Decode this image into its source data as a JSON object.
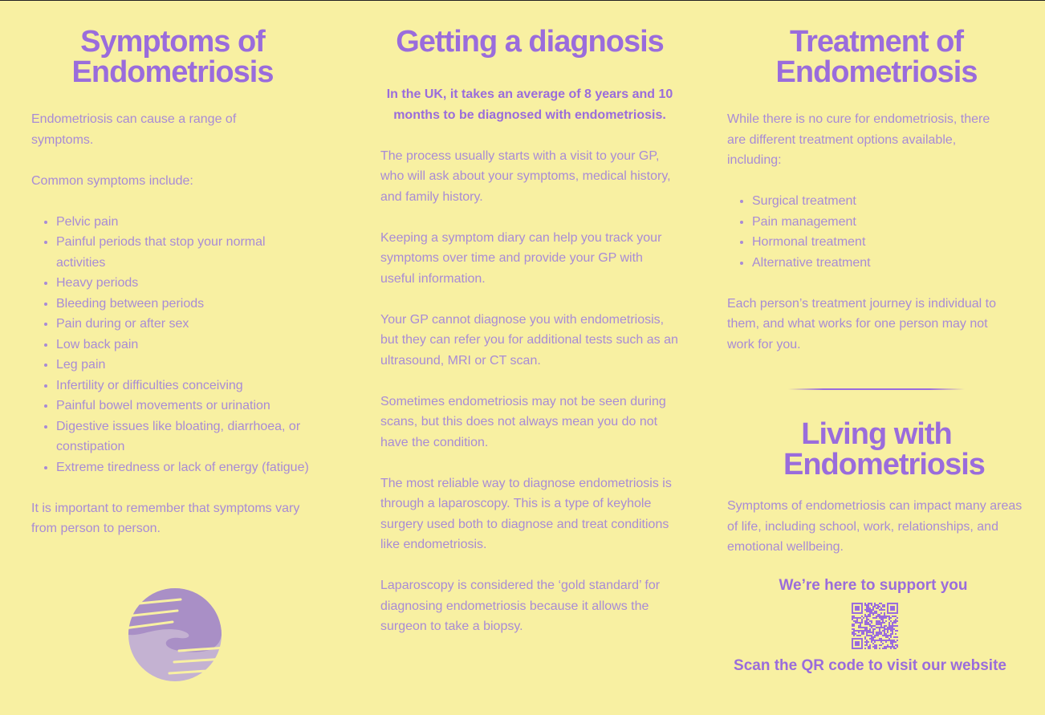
{
  "symptoms": {
    "title": "Symptoms of Endometriosis",
    "intro": "Endometriosis can cause a range of symptoms.",
    "list_lead": "Common symptoms include:",
    "items": [
      "Pelvic pain",
      "Painful periods that stop your normal activities",
      "Heavy periods",
      "Bleeding between periods",
      "Pain during or after sex",
      "Low back pain",
      "Leg pain",
      "Infertility or difficulties conceiving",
      "Painful bowel movements or urination",
      "Digestive issues like bloating, diarrhoea, or constipation",
      "Extreme tiredness or lack of energy (fatigue)"
    ],
    "outro": "It is important to remember that symptoms vary from person to person."
  },
  "diagnosis": {
    "title": "Getting a diagnosis",
    "highlight": "In the UK, it takes an average of 8 years and 10 months to be diagnosed with endometriosis.",
    "paragraphs": [
      "The process usually starts with a visit to your GP, who will ask about your symptoms, medical history, and family history.",
      "Keeping a symptom diary can help you track your symptoms over time and provide your GP with useful information.",
      "Your GP cannot diagnose you with endometriosis, but they can refer you for additional tests such as an ultrasound, MRI or CT scan.",
      "Sometimes endometriosis may not be seen during scans, but this does not always mean you do not have the condition.",
      "The most reliable way to diagnose endometriosis is through a laparoscopy. This is a type of keyhole surgery used both to diagnose and treat conditions like endometriosis.",
      "Laparoscopy is considered the ‘gold standard’ for diagnosing endometriosis because it allows the surgeon to take a biopsy."
    ]
  },
  "treatment": {
    "title": "Treatment of Endometriosis",
    "intro": "While there is no cure for endometriosis, there are different treatment options available, including:",
    "items": [
      "Surgical treatment",
      "Pain management",
      "Hormonal treatment",
      "Alternative treatment"
    ],
    "outro": "Each person’s treatment journey is individual to them, and what works for one person may not work for you."
  },
  "living": {
    "title": "Living with Endometriosis",
    "text": "Symptoms of endometriosis can impact many areas of life, including school, work, relationships, and emotional wellbeing.",
    "support": "We’re here to support you",
    "scan": "Scan the QR code to visit our website"
  },
  "colors": {
    "background": "#f8f0a2",
    "heading": "#9a6cdc",
    "body": "#a88bd6"
  }
}
